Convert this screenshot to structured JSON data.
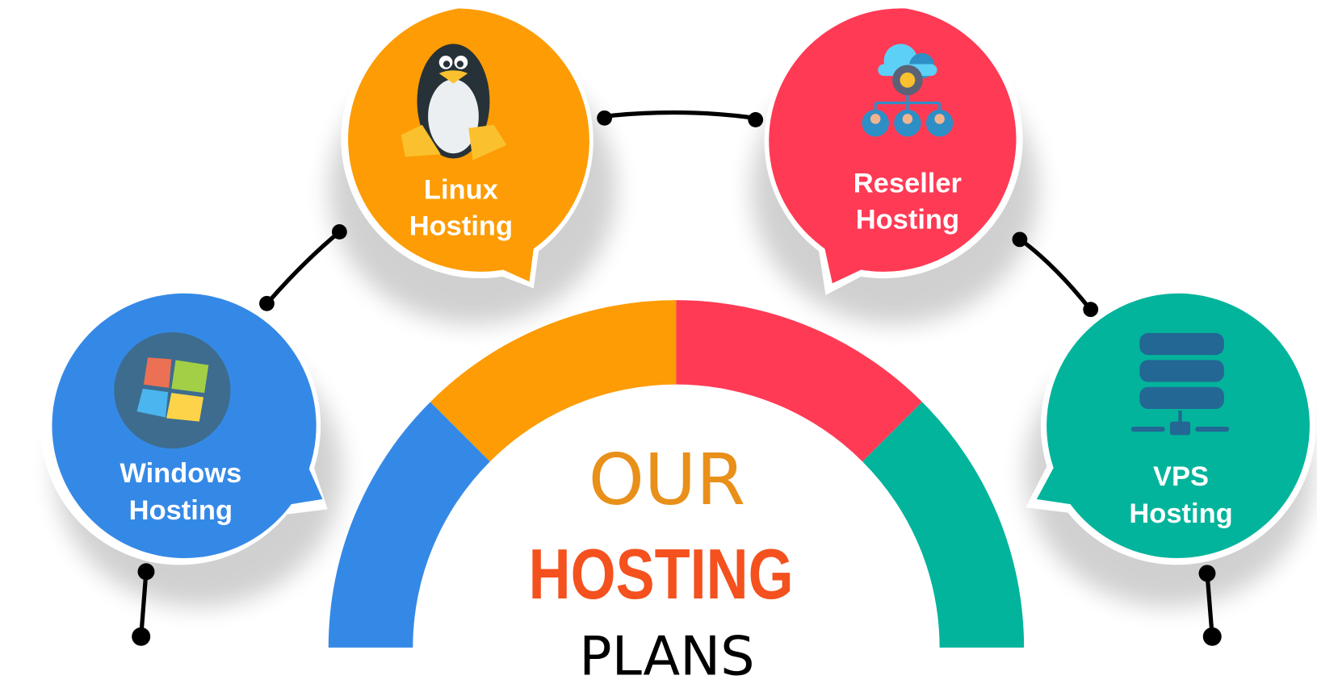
{
  "title": {
    "line1": "OUR",
    "line2": "HOSTING",
    "line3": "PLANS"
  },
  "plans": [
    {
      "line1": "Windows",
      "line2": "Hosting",
      "icon": "windows-logo-icon",
      "color": "#3589e6"
    },
    {
      "line1": "Linux",
      "line2": "Hosting",
      "icon": "linux-penguin-icon",
      "color": "#fd9c04"
    },
    {
      "line1": "Reseller",
      "line2": "Hosting",
      "icon": "cloud-network-users-icon",
      "color": "#ff3a55"
    },
    {
      "line1": "VPS",
      "line2": "Hosting",
      "icon": "server-stack-icon",
      "color": "#02b49b"
    }
  ],
  "colors": {
    "our": "#e8901a",
    "hosting": "#f4511e",
    "plans": "#000000"
  }
}
